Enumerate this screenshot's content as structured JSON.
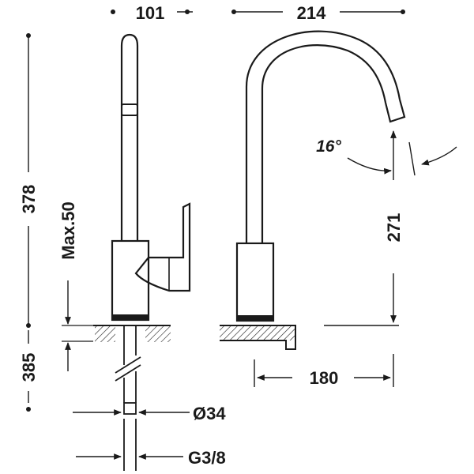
{
  "drawing": {
    "dimensions": {
      "width_side": "101",
      "reach": "214",
      "height_total": "378",
      "max_thickness": "Max.50",
      "below_counter": "385",
      "spout_height": "271",
      "angle": "16°",
      "base_reach": "180",
      "hole_diameter": "Ø34",
      "thread": "G3/8"
    }
  }
}
